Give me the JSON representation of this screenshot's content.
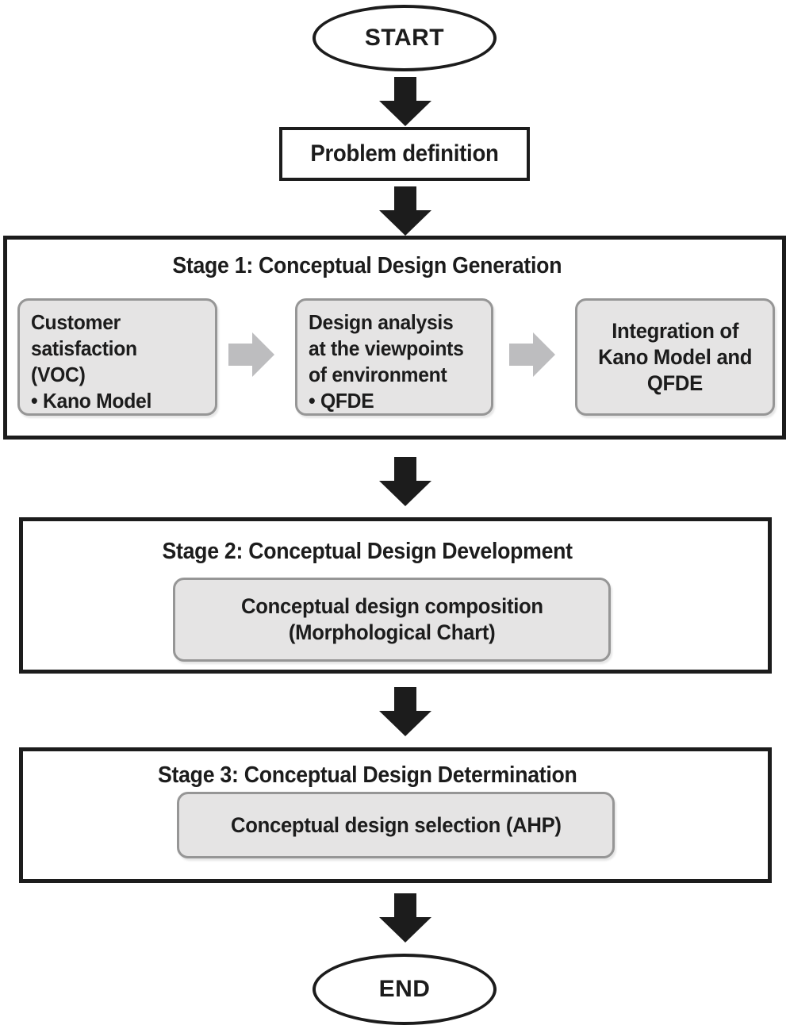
{
  "flow": {
    "start": "START",
    "end": "END",
    "problem": "Problem definition",
    "stage1": {
      "title": "Stage 1: Conceptual Design Generation",
      "box1": {
        "line1": "Customer",
        "line2": "satisfaction",
        "line3": "(VOC)",
        "bullet": "• Kano Model"
      },
      "box2": {
        "line1": "Design analysis",
        "line2": "at the viewpoints",
        "line3": "of environment",
        "bullet": "• QFDE"
      },
      "box3": {
        "line1": "Integration of",
        "line2": "Kano Model and",
        "line3": "QFDE"
      }
    },
    "stage2": {
      "title": "Stage 2: Conceptual Design Development",
      "box1": {
        "line1": "Conceptual design composition",
        "line2": "(Morphological Chart)"
      }
    },
    "stage3": {
      "title": "Stage 3: Conceptual Design Determination",
      "box1": {
        "line1": "Conceptual design selection (AHP)"
      }
    }
  },
  "colors": {
    "ink": "#1c1c1c",
    "gray_arrow": "#bdbdbf",
    "box_fill": "#e5e4e4",
    "box_border": "#969696",
    "background": "#ffffff"
  }
}
